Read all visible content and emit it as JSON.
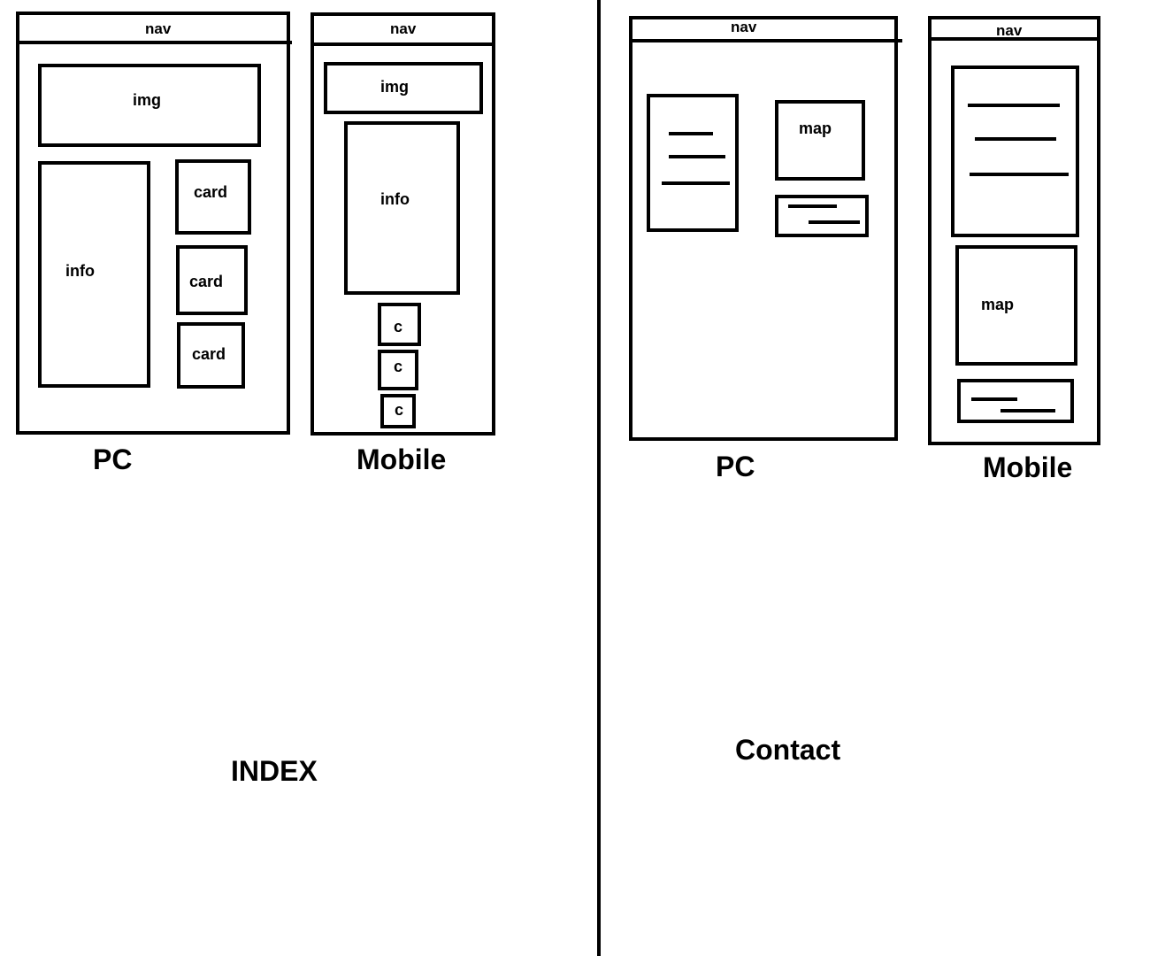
{
  "index": {
    "title": "INDEX",
    "pc": {
      "caption": "PC",
      "nav": "nav",
      "img": "img",
      "info": "info",
      "cards": [
        "card",
        "card",
        "card"
      ]
    },
    "mobile": {
      "caption": "Mobile",
      "nav": "nav",
      "img": "img",
      "info": "info",
      "cards": [
        "c",
        "c",
        "c"
      ]
    }
  },
  "contact": {
    "title": "Contact",
    "pc": {
      "caption": "PC",
      "nav": "nav",
      "map": "map"
    },
    "mobile": {
      "caption": "Mobile",
      "nav": "nav",
      "map": "map"
    }
  }
}
